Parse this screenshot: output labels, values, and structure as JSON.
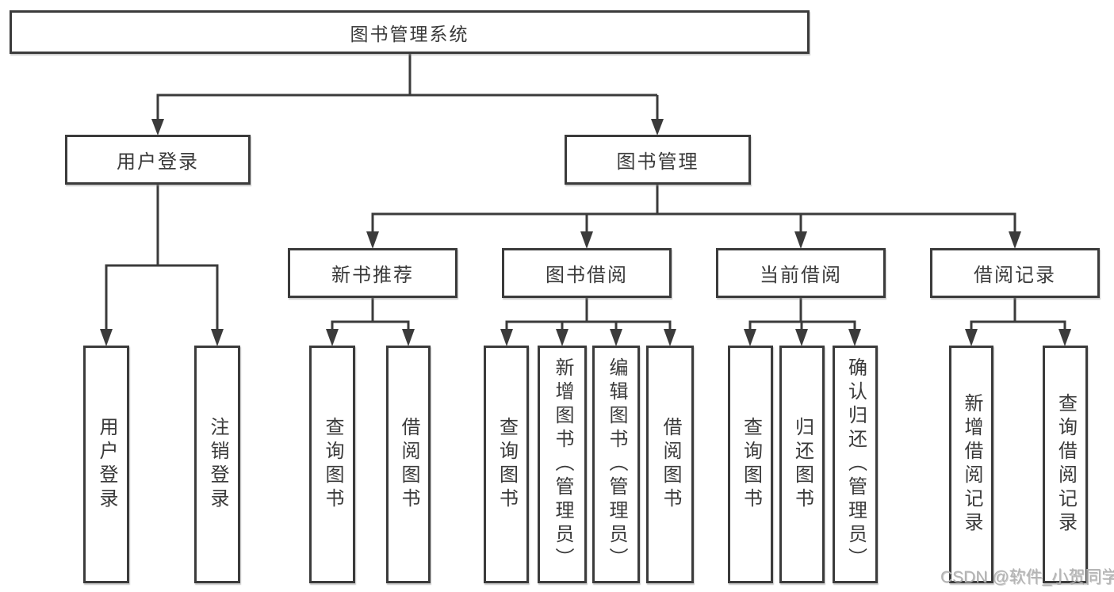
{
  "diagram": {
    "root": {
      "label": "图书管理系统"
    },
    "level2": [
      {
        "label": "用户登录"
      },
      {
        "label": "图书管理"
      }
    ],
    "level3": [
      {
        "label": "新书推荐",
        "parent": "图书管理"
      },
      {
        "label": "图书借阅",
        "parent": "图书管理"
      },
      {
        "label": "当前借阅",
        "parent": "图书管理"
      },
      {
        "label": "借阅记录",
        "parent": "图书管理"
      }
    ],
    "leaves": [
      {
        "label": "用户登录",
        "parent": "用户登录"
      },
      {
        "label": "注销登录",
        "parent": "用户登录"
      },
      {
        "label": "查询图书",
        "parent": "新书推荐"
      },
      {
        "label": "借阅图书",
        "parent": "新书推荐"
      },
      {
        "label": "查询图书",
        "parent": "图书借阅"
      },
      {
        "label": "新增图书（管理员）",
        "parent": "图书借阅"
      },
      {
        "label": "编辑图书（管理员）",
        "parent": "图书借阅"
      },
      {
        "label": "借阅图书",
        "parent": "图书借阅"
      },
      {
        "label": "查询图书",
        "parent": "当前借阅"
      },
      {
        "label": "归还图书",
        "parent": "当前借阅"
      },
      {
        "label": "确认归还（管理员）",
        "parent": "当前借阅"
      },
      {
        "label": "新增借阅记录",
        "parent": "借阅记录"
      },
      {
        "label": "查询借阅记录",
        "parent": "借阅记录"
      }
    ]
  },
  "watermark": {
    "text": "CSDN @软件_小贺同学"
  },
  "colors": {
    "line": "#3b3b3b",
    "text": "#3a3a3a",
    "box_background": "#ffffff",
    "watermark": "#b3b3b3",
    "background": "#ffffff"
  }
}
